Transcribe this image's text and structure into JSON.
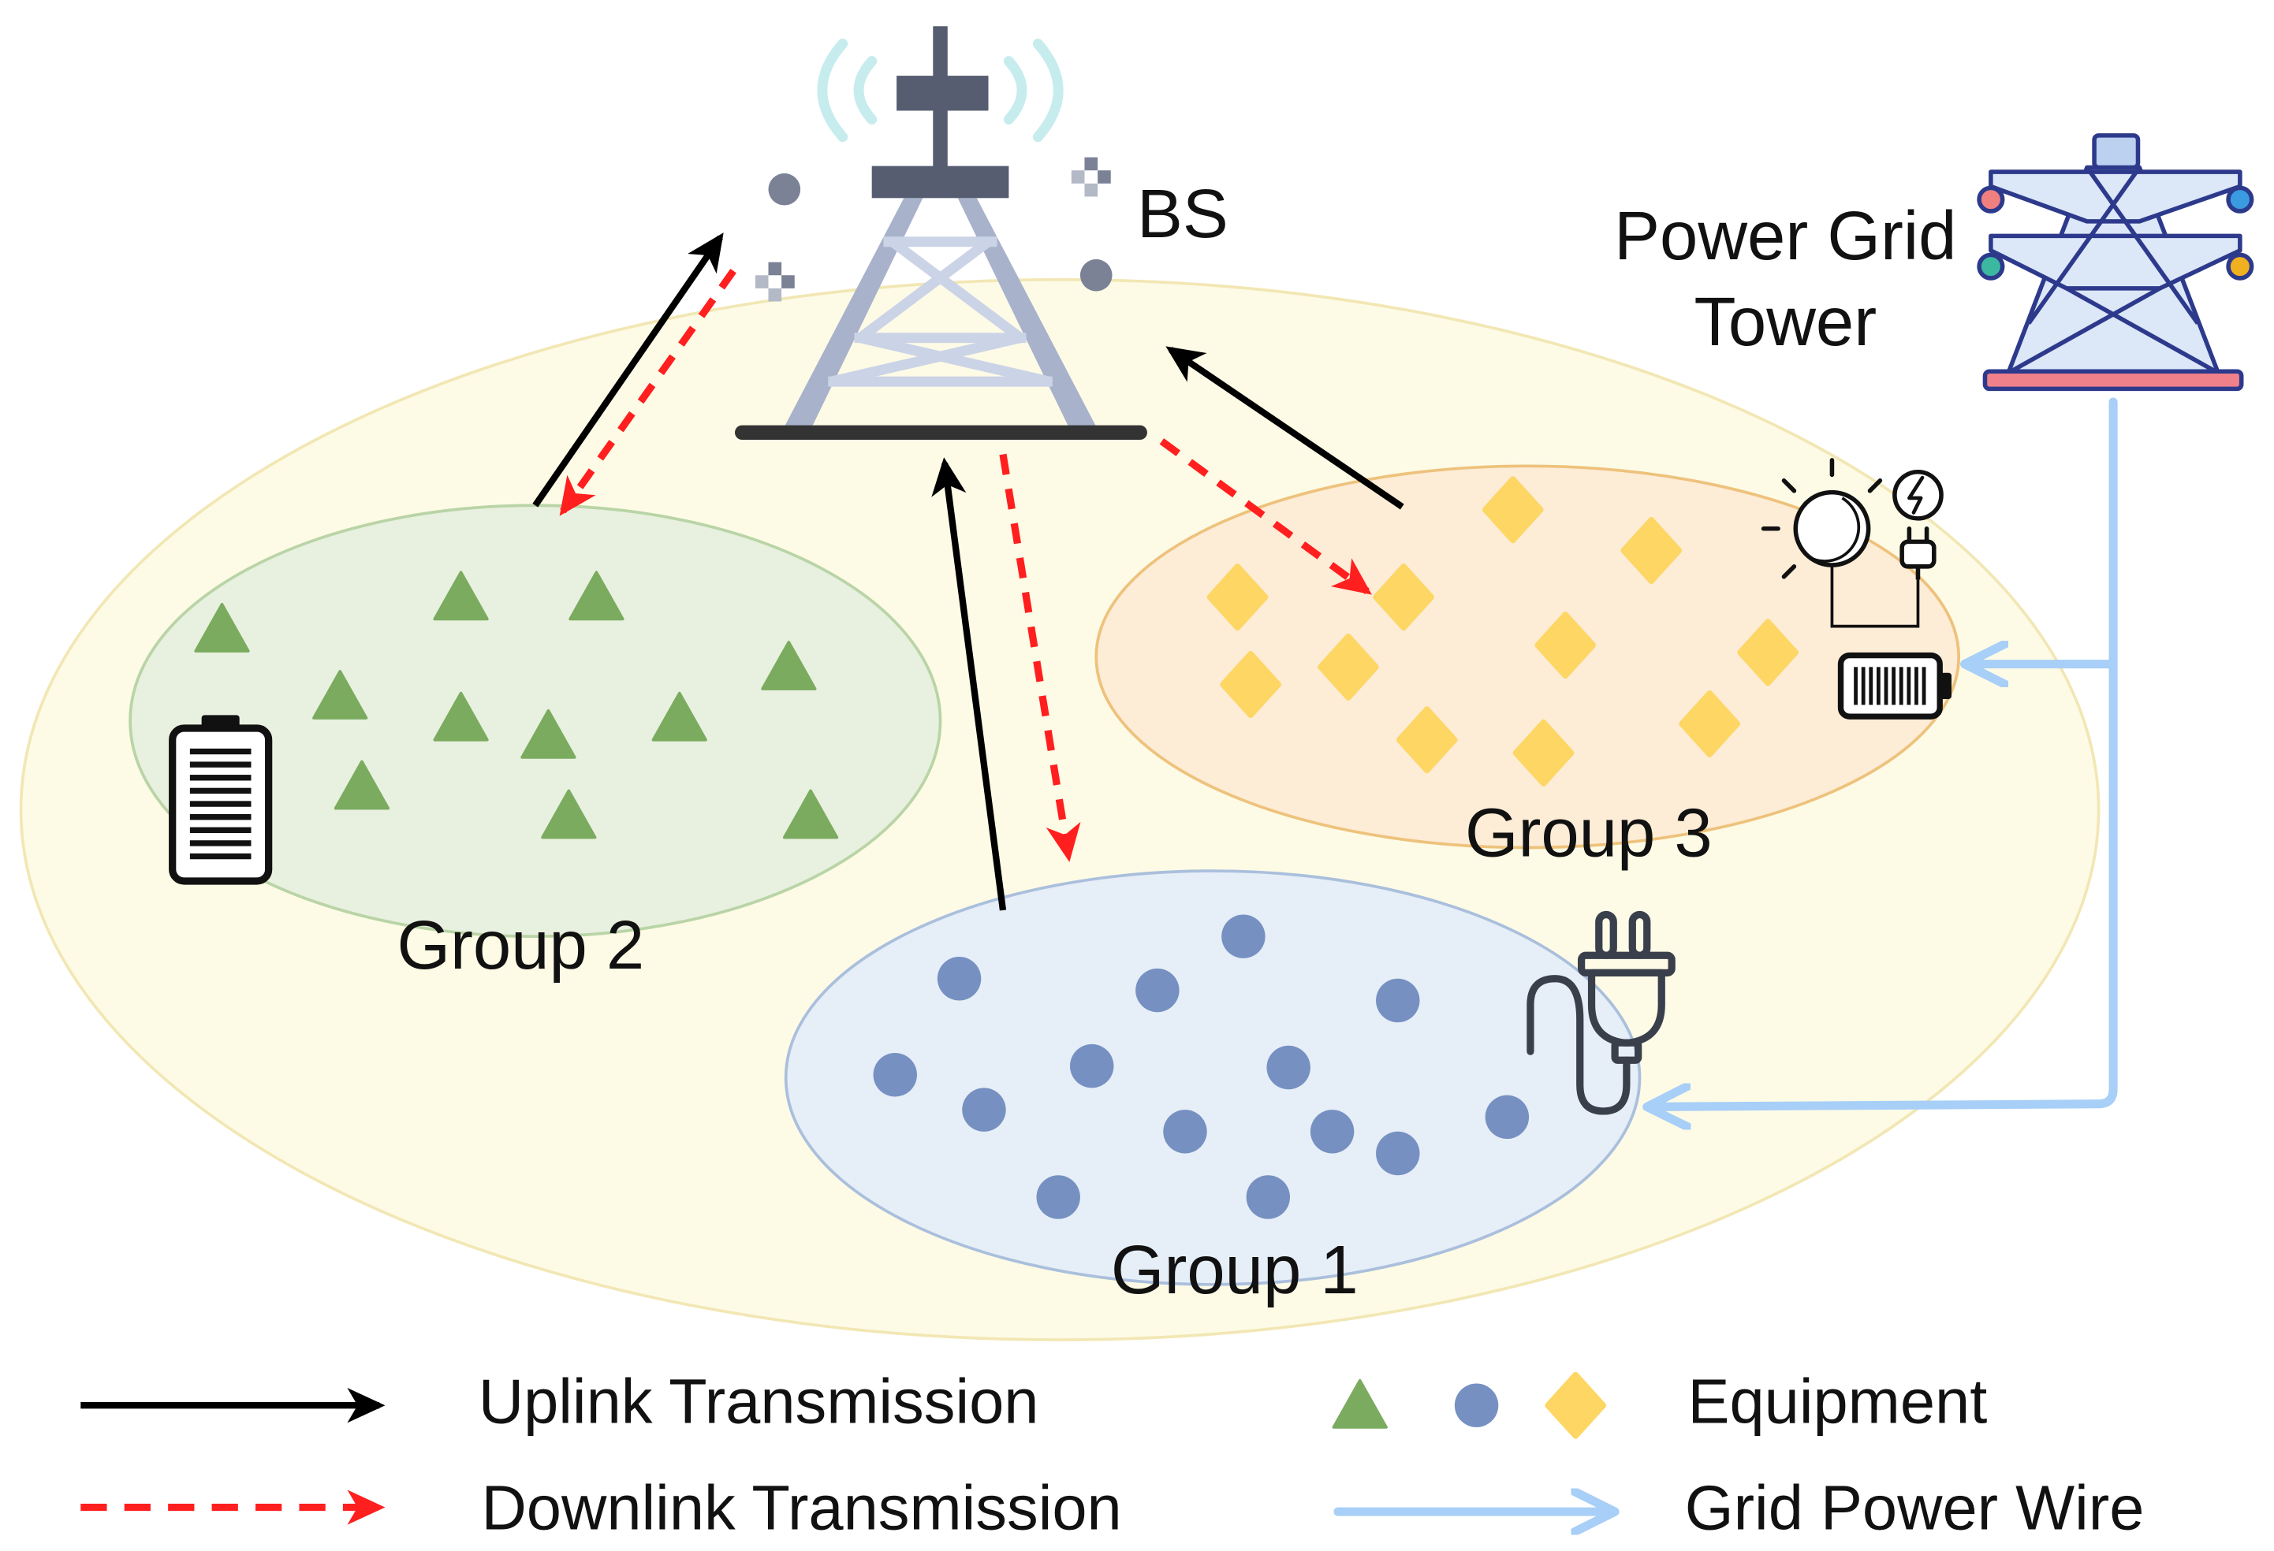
{
  "labels": {
    "bs": "BS",
    "power_grid_line1": "Power Grid",
    "power_grid_line2": "Tower",
    "group1": "Group 1",
    "group2": "Group 2",
    "group3": "Group 3"
  },
  "legend": {
    "uplink": "Uplink Transmission",
    "downlink": "Downlink Transmission",
    "equipment": "Equipment",
    "grid_wire": "Grid Power Wire"
  },
  "colors": {
    "equipment_group1": "#7690c2",
    "equipment_group2": "#7aab5e",
    "equipment_group3": "#fdd663",
    "uplink": "#000000",
    "downlink": "#ff1f1f",
    "grid_wire": "#a7cff7",
    "coverage_area": "#fdfbe6",
    "group1_area": "#e6eef7",
    "group2_area": "#e8f0df",
    "group3_area": "#fdecd6"
  },
  "icons": {
    "base_station": "base-station-icon",
    "power_grid_tower": "power-grid-tower-icon",
    "group2_energy": "battery-icon",
    "group3_energy": "solar-moon-icon",
    "group3_charge": "charging-icon",
    "group3_storage": "battery-horizontal-icon",
    "group1_energy": "power-plug-icon"
  }
}
